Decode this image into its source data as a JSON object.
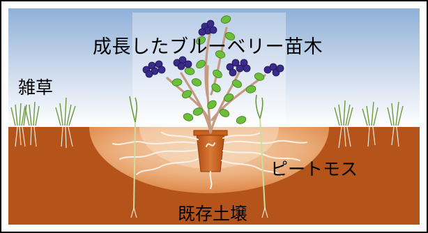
{
  "labels": {
    "title": "成長したブルーベリー苗木",
    "weeds": "雑草",
    "peat_moss": "ピートモス",
    "existing_soil": "既存土壌"
  },
  "colors": {
    "sky_top": "#8fb0d8",
    "sky_bottom": "#ffffff",
    "soil": "#b5541a",
    "soil_dark": "#8a3c10",
    "peat_zone": "#e69a5a",
    "peat_inner": "#f3c9a0",
    "pot": "#c8601e",
    "stem": "#b98a70",
    "leaf": "#6cbf3a",
    "berry": "#3a2a8a",
    "grass": "#6a9a3a",
    "root": "#f7efe6"
  }
}
